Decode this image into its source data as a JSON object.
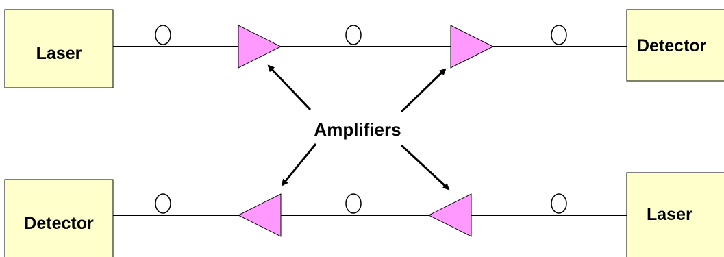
{
  "diagram": {
    "colors": {
      "box_fill": "#FFFFCC",
      "amplifier_fill": "#FF99FF",
      "line": "#000000"
    },
    "top_link": {
      "source_label": "Laser",
      "destination_label": "Detector",
      "direction": "left-to-right",
      "amplifier_count": 2,
      "fiber_span_count": 3
    },
    "bottom_link": {
      "source_label": "Laser",
      "destination_label": "Detector",
      "direction": "right-to-left",
      "amplifier_count": 2,
      "fiber_span_count": 3
    },
    "amplifiers_label": "Amplifiers",
    "icons": {
      "fiber_span": "fiber-coil-icon",
      "amplifier": "amplifier-triangle-icon",
      "pointer": "arrow-icon"
    }
  }
}
